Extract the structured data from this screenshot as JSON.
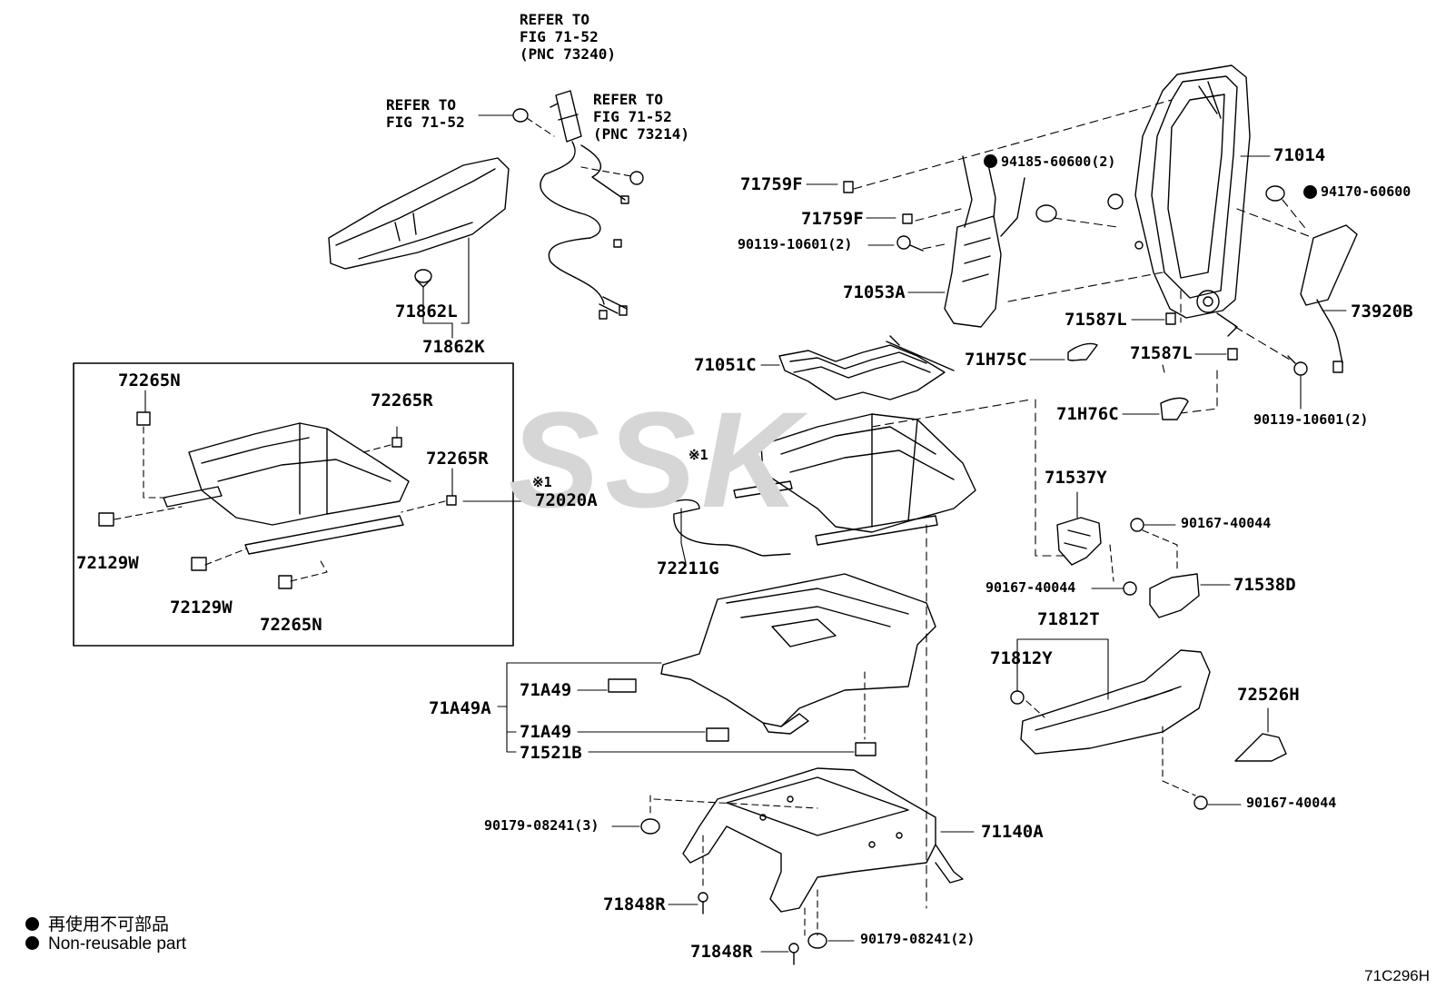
{
  "watermark": "SSK",
  "refs": {
    "refer_73240": "REFER TO\nFIG 71-52\n(PNC 73240)",
    "refer_plain": "REFER TO\nFIG 71-52",
    "refer_73214": "REFER TO\nFIG 71-52\n(PNC 73214)"
  },
  "labels": {
    "p71862L": "71862L",
    "p71862K": "71862K",
    "p72265N_a": "72265N",
    "p72265R_a": "72265R",
    "p72265R_b": "72265R",
    "p72020A": "72020A",
    "p72020A_note": "※1",
    "p72129W_a": "72129W",
    "p72129W_b": "72129W",
    "p72265N_b": "72265N",
    "p71759F_a": "71759F",
    "p71759F_b": "71759F",
    "p90119_a": "90119-10601(2)",
    "p94185": "94185-60600(2)",
    "p71014": "71014",
    "p94170": "94170-60600",
    "p71053A": "71053A",
    "p73920B": "73920B",
    "p71587L_a": "71587L",
    "p71587L_b": "71587L",
    "p71051C": "71051C",
    "p71H75C": "71H75C",
    "p71H76C": "71H76C",
    "p90119_b": "90119-10601(2)",
    "p_note1": "※1",
    "p72211G": "72211G",
    "p71537Y": "71537Y",
    "p90167_a": "90167-40044",
    "p90167_b": "90167-40044",
    "p71538D": "71538D",
    "p71812T": "71812T",
    "p71812Y": "71812Y",
    "p72526H": "72526H",
    "p90167_c": "90167-40044",
    "p71A49A": "71A49A",
    "p71A49_a": "71A49",
    "p71A49_b": "71A49",
    "p71521B": "71521B",
    "p90179_a": "90179-08241(3)",
    "p71140A": "71140A",
    "p71848R_a": "71848R",
    "p71848R_b": "71848R",
    "p90179_b": "90179-08241(2)"
  },
  "legend": {
    "jp": "再使用不可部品",
    "en": "Non-reusable part"
  },
  "figure_code": "71C296H"
}
